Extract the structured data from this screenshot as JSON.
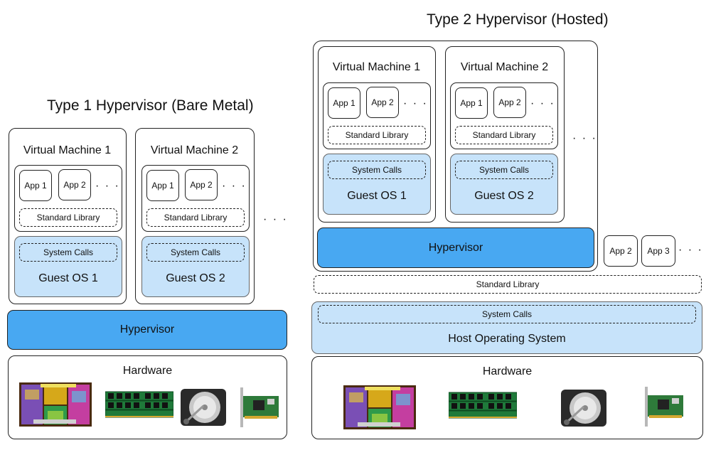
{
  "type1": {
    "title": "Type 1 Hypervisor (Bare Metal)",
    "vms": [
      {
        "label": "Virtual Machine 1",
        "apps": [
          "App 1",
          "App 2"
        ],
        "ellipsis": "· · ·",
        "std_lib": "Standard Library",
        "sys_calls": "System Calls",
        "guest_os": "Guest OS 1"
      },
      {
        "label": "Virtual Machine 2",
        "apps": [
          "App 1",
          "App 2"
        ],
        "ellipsis": "· · ·",
        "std_lib": "Standard Library",
        "sys_calls": "System Calls",
        "guest_os": "Guest OS 2"
      }
    ],
    "more": "· · ·",
    "hypervisor": "Hypervisor",
    "hardware": "Hardware"
  },
  "type2": {
    "title": "Type 2 Hypervisor (Hosted)",
    "vms": [
      {
        "label": "Virtual Machine 1",
        "apps": [
          "App 1",
          "App 2"
        ],
        "ellipsis": "· · ·",
        "std_lib": "Standard Library",
        "sys_calls": "System Calls",
        "guest_os": "Guest OS 1"
      },
      {
        "label": "Virtual Machine 2",
        "apps": [
          "App 1",
          "App 2"
        ],
        "ellipsis": "· · ·",
        "std_lib": "Standard Library",
        "sys_calls": "System Calls",
        "guest_os": "Guest OS 2"
      }
    ],
    "more": "· · ·",
    "hypervisor": "Hypervisor",
    "host_apps": [
      "App 2",
      "App 3"
    ],
    "host_ellipsis": "· · ·",
    "std_lib": "Standard Library",
    "sys_calls": "System Calls",
    "host_os": "Host Operating System",
    "hardware": "Hardware"
  },
  "colors": {
    "hypervisor": "#48a8f2",
    "guest_os": "#c7e3fa",
    "host_os": "#c7e3fa"
  }
}
